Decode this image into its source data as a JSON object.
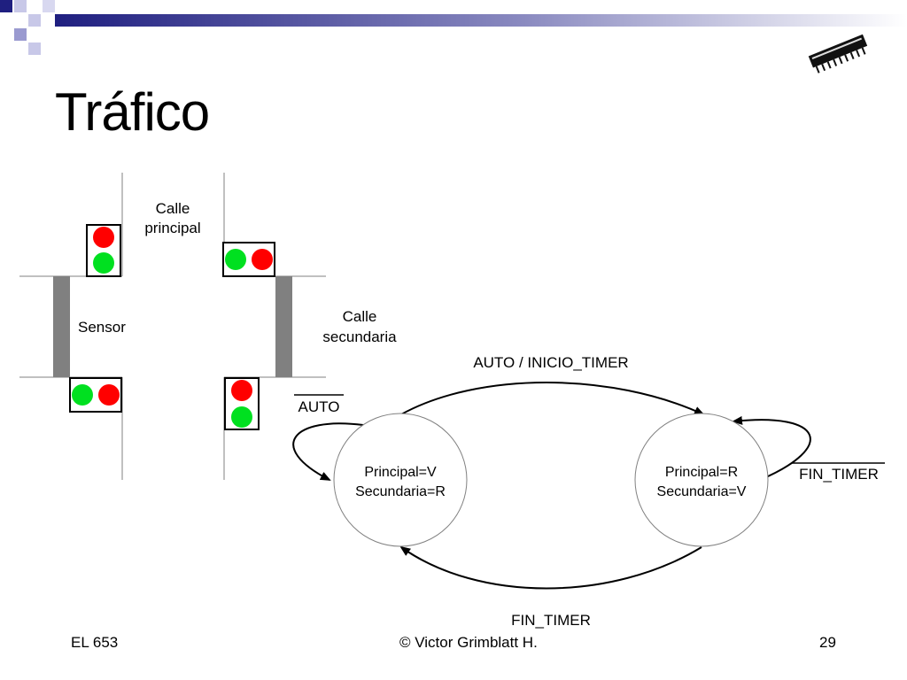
{
  "slide": {
    "title": "Tráfico",
    "footer": {
      "left": "EL 653",
      "center": "© Victor Grimblatt H.",
      "page_number": "29"
    }
  },
  "colors": {
    "header_bar": "#1f1f80",
    "header_squares_light": "#c8c8e8",
    "light_red": "#ff0000",
    "light_green": "#00e020",
    "sensor": "#808080"
  },
  "intersection": {
    "main_street_label": [
      "Calle",
      "principal"
    ],
    "secondary_street_label": [
      "Calle",
      "secundaria"
    ],
    "sensor_label": "Sensor"
  },
  "fsm": {
    "states": [
      {
        "line1": "Principal=V",
        "line2": "Secundaria=R"
      },
      {
        "line1": "Principal=R",
        "line2": "Secundaria=V"
      }
    ],
    "transitions": {
      "top": "AUTO / INICIO_TIMER",
      "left_self_loop": "AUTO",
      "right_self_loop": "FIN_TIMER",
      "bottom": "FIN_TIMER"
    }
  },
  "icons": {
    "corner": "chip-icon"
  }
}
